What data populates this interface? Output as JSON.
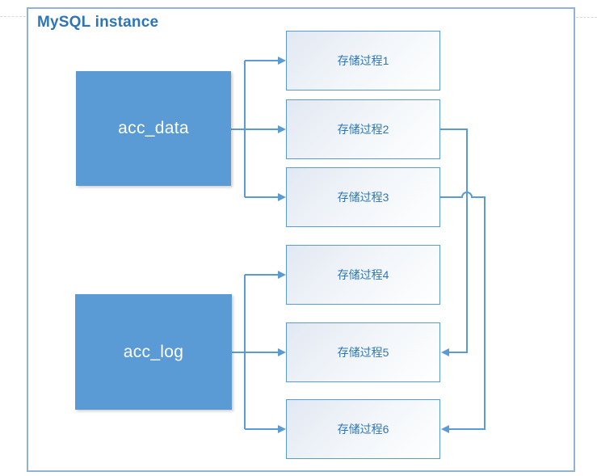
{
  "diagram": {
    "title": "MySQL instance",
    "sources": [
      {
        "label": "acc_data"
      },
      {
        "label": "acc_log"
      }
    ],
    "procedures": [
      {
        "label": "存储过程1"
      },
      {
        "label": "存储过程2"
      },
      {
        "label": "存储过程3"
      },
      {
        "label": "存储过程4"
      },
      {
        "label": "存储过程5"
      },
      {
        "label": "存储过程6"
      }
    ],
    "edges": [
      {
        "from": "acc_data",
        "to": "存储过程1"
      },
      {
        "from": "acc_data",
        "to": "存储过程2"
      },
      {
        "from": "acc_data",
        "to": "存储过程3"
      },
      {
        "from": "acc_log",
        "to": "存储过程4"
      },
      {
        "from": "acc_log",
        "to": "存储过程5"
      },
      {
        "from": "acc_log",
        "to": "存储过程6"
      },
      {
        "from": "存储过程2",
        "to": "存储过程5"
      },
      {
        "from": "存储过程3",
        "to": "存储过程6"
      }
    ],
    "colors": {
      "accent": "#5B9BD5",
      "node_fill": "#5B9BD5",
      "node_text": "#ffffff",
      "proc_text": "#2E75B6",
      "title_text": "#2E75B6",
      "container_border": "#8FB2DC"
    }
  }
}
